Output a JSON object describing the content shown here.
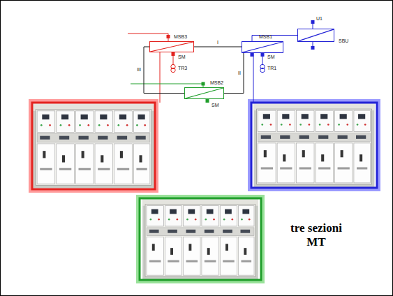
{
  "diagram": {
    "nodes": [
      {
        "text": [
          "MSB3"
        ]
      },
      {
        "text": [
          "MSB1"
        ]
      },
      {
        "text": [
          "SBU"
        ]
      },
      {
        "text": [
          "MSB2"
        ]
      }
    ],
    "edges": [
      {
        "from": 0,
        "to": 1,
        "arrow": "none",
        "label": "I"
      },
      {
        "from": 1,
        "to": 3,
        "arrow": "none",
        "label": "II"
      },
      {
        "from": 0,
        "to": 3,
        "arrow": "none",
        "label": "III"
      },
      {
        "from": 1,
        "to": 2,
        "arrow": "none"
      }
    ],
    "labels": [
      "SM",
      "TR3",
      "SM",
      "TR1",
      "U1",
      "SM",
      "tre sezioni MT"
    ]
  }
}
